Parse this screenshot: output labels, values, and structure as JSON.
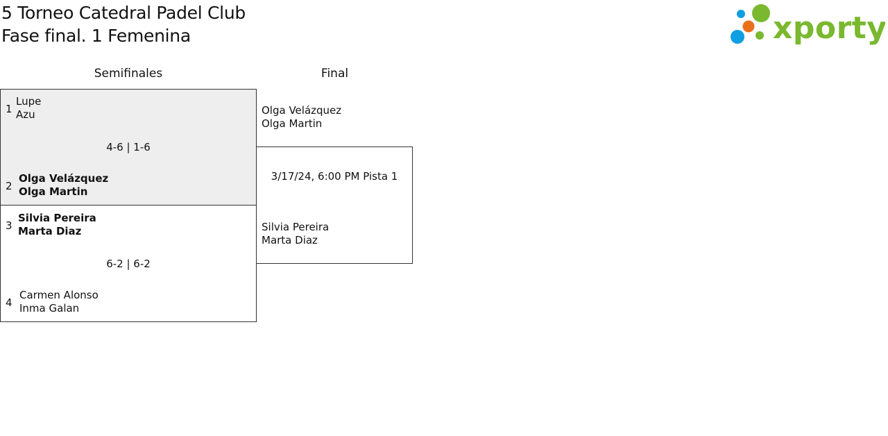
{
  "header": {
    "line1": "5 Torneo Catedral Padel Club",
    "line2": "Fase final. 1 Femenina",
    "logo_text": "xporty"
  },
  "colors": {
    "logo_green": "#7ab82f",
    "logo_orange": "#e8701a",
    "logo_blue": "#109fe0",
    "shaded_match": "#eeeeee"
  },
  "rounds": {
    "semifinal_label": "Semifinales",
    "final_label": "Final"
  },
  "semifinals": [
    {
      "score": "4-6 | 1-6",
      "top": {
        "seed": "1",
        "player1": "Lupe",
        "player2": "Azu",
        "winner": false
      },
      "bottom": {
        "seed": "2",
        "player1": "Olga Velázquez",
        "player2": "Olga Martin",
        "winner": true
      }
    },
    {
      "score": "6-2 | 6-2",
      "top": {
        "seed": "3",
        "player1": "Silvia Pereira",
        "player2": "Marta Diaz",
        "winner": true
      },
      "bottom": {
        "seed": "4",
        "player1": "Carmen Alonso",
        "player2": "Inma Galan",
        "winner": false
      }
    }
  ],
  "final": {
    "schedule": "3/17/24, 6:00 PM Pista 1",
    "top": {
      "player1": "Olga Velázquez",
      "player2": "Olga Martin"
    },
    "bottom": {
      "player1": "Silvia Pereira",
      "player2": "Marta Diaz"
    }
  }
}
